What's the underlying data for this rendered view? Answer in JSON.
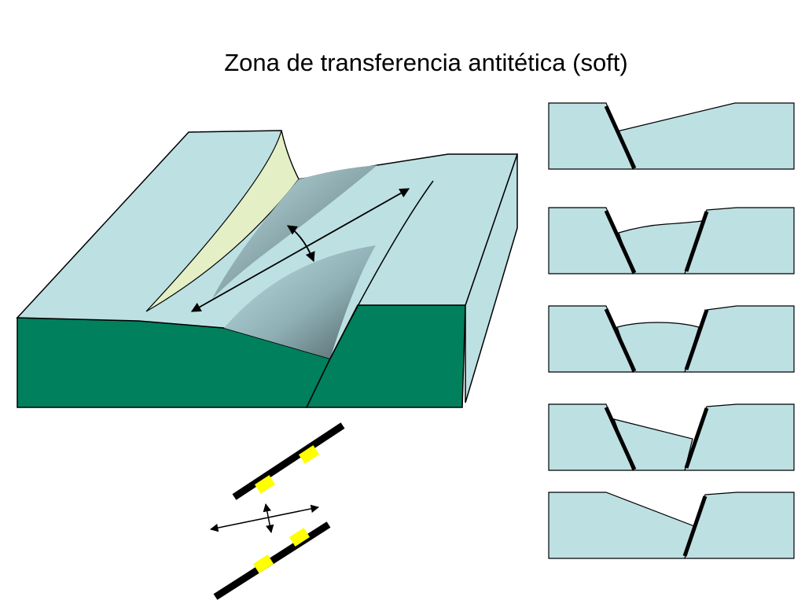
{
  "title": "Zona de transferencia antitética (soft)",
  "colors": {
    "surface": "#bde0e3",
    "block_face": "#00805c",
    "footwall_slope": "#e4efc6",
    "fault": "#000000",
    "segment_marker": "#ffff00",
    "outline": "#000000"
  },
  "cross_sections": [
    {
      "name": "section-1",
      "faults": [
        "left"
      ]
    },
    {
      "name": "section-2",
      "faults": [
        "left",
        "right"
      ]
    },
    {
      "name": "section-3",
      "faults": [
        "left",
        "right"
      ]
    },
    {
      "name": "section-4",
      "faults": [
        "left",
        "right"
      ]
    },
    {
      "name": "section-5",
      "faults": [
        "right"
      ]
    }
  ]
}
